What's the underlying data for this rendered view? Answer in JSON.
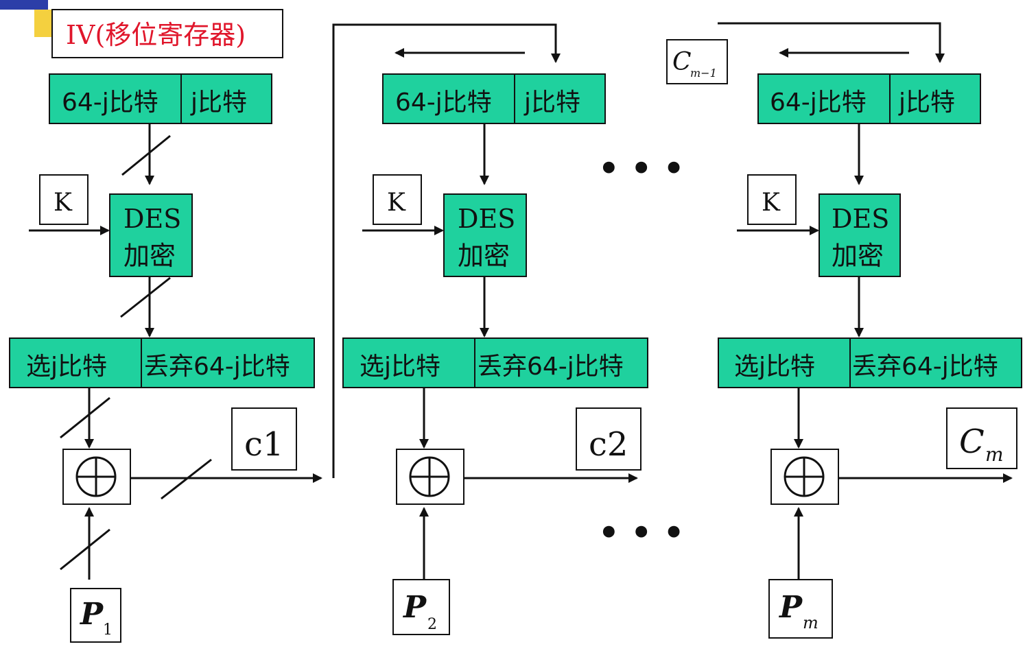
{
  "iv_label": "IV(移位寄存器)",
  "shift_register": {
    "left": "64-j比特",
    "right": "j比特"
  },
  "key_label": "K",
  "des": {
    "line1": "DES",
    "line2": "加密"
  },
  "select": {
    "left": "选j比特",
    "right": "丢弃64-j比特"
  },
  "xor_symbol": "⊕",
  "ellipsis": "• • •",
  "ciphertext": {
    "c1": "c1",
    "c2": "c2",
    "cm": "C",
    "cm_sub": "m",
    "cm1": "C",
    "cm1_sub": "m−1"
  },
  "plaintext": {
    "p1": "P",
    "p1_sub": "1",
    "p2": "P",
    "p2_sub": "2",
    "pm": "P",
    "pm_sub": "m"
  }
}
